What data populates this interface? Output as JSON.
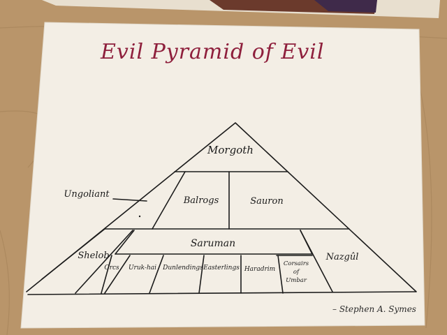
{
  "title": "Evil Pyramid of Evil",
  "pyramid": {
    "apex": "Morgoth",
    "tier2": [
      "Balrogs",
      "Sauron"
    ],
    "tier3": "Saruman",
    "base": [
      "Orcs",
      "Uruk-hai",
      "Dunlendings",
      "Easterlings",
      "Haradrim"
    ],
    "base_corsairs": [
      "Corsairs",
      "of",
      "Umbar"
    ]
  },
  "outside": {
    "left_top": "Ungoliant",
    "left_bottom": "Shelob",
    "right": "Nazgûl"
  },
  "signature": "– Stephen A. Symes",
  "colors": {
    "title_ink": "#8e1f3c",
    "ink": "#1a1a1a",
    "paper": "#f3eee5",
    "table": "#b9956a"
  }
}
